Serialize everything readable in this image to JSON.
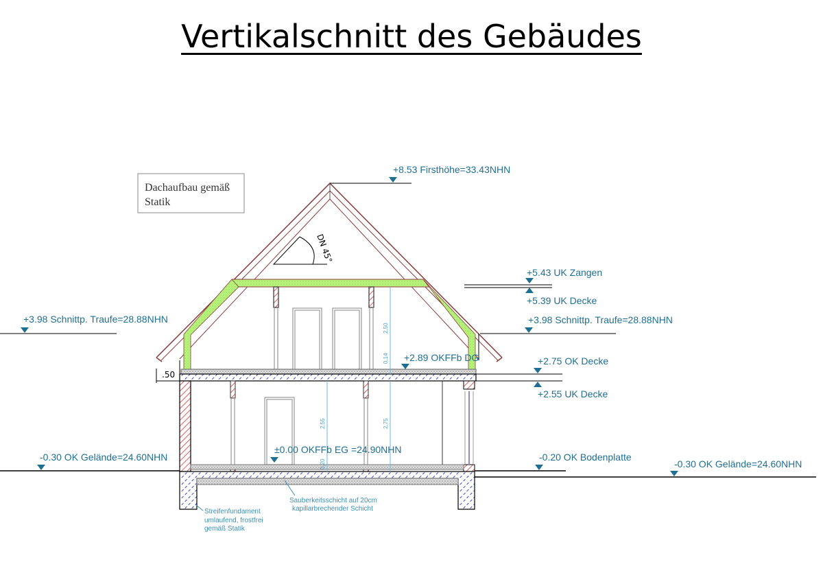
{
  "title": "Vertikalschnitt des Gebäudes",
  "note_box": {
    "line1": "Dachaufbau gemäß",
    "line2": "Statik"
  },
  "roof_pitch": "DN 45°",
  "levels": {
    "ridge": "+8.53 Firsthöhe=33.43NHN",
    "uk_zangen": "+5.43 UK Zangen",
    "uk_decke_dg": "+5.39 UK Decke",
    "traufe_left": "+3.98 Schnittp. Traufe=28.88NHN",
    "traufe_right": "+3.98 Schnittp. Traufe=28.88NHN",
    "okffb_dg": "+2.89 OKFFb DG",
    "ok_decke": "+2.75 OK Decke",
    "uk_decke_eg": "+2.55 UK Decke",
    "gelaende_left": "-0.30 OK Gelände=24.60NHN",
    "okffb_eg": "±0.00 OKFFb EG =24.90NHN",
    "bodenplatte": "-0.20 OK Bodenplatte",
    "gelaende_right": "-0.30 OK Gelände=24.60NHN"
  },
  "dimensions": {
    "overhang": ".50",
    "dg_height": "2,50",
    "dg_floor": "0,14",
    "eg_clear": "2.55",
    "eg_floor": "0,20",
    "eg_story": "2.75"
  },
  "notes": {
    "fundament": [
      "Streifenfundament",
      "umlaufend, frostfrei",
      "gemäß Statik"
    ],
    "sauberkeit": [
      "Sauberkeitsschicht auf 20cm",
      "kapillarbrechender Schicht"
    ]
  },
  "colors": {
    "level_text": "#1f6f93",
    "insulation": "#b6f27a",
    "masonry_hatch": "#e03030",
    "concrete_hatch": "#2233dd",
    "roof": "#8b3a3a"
  }
}
